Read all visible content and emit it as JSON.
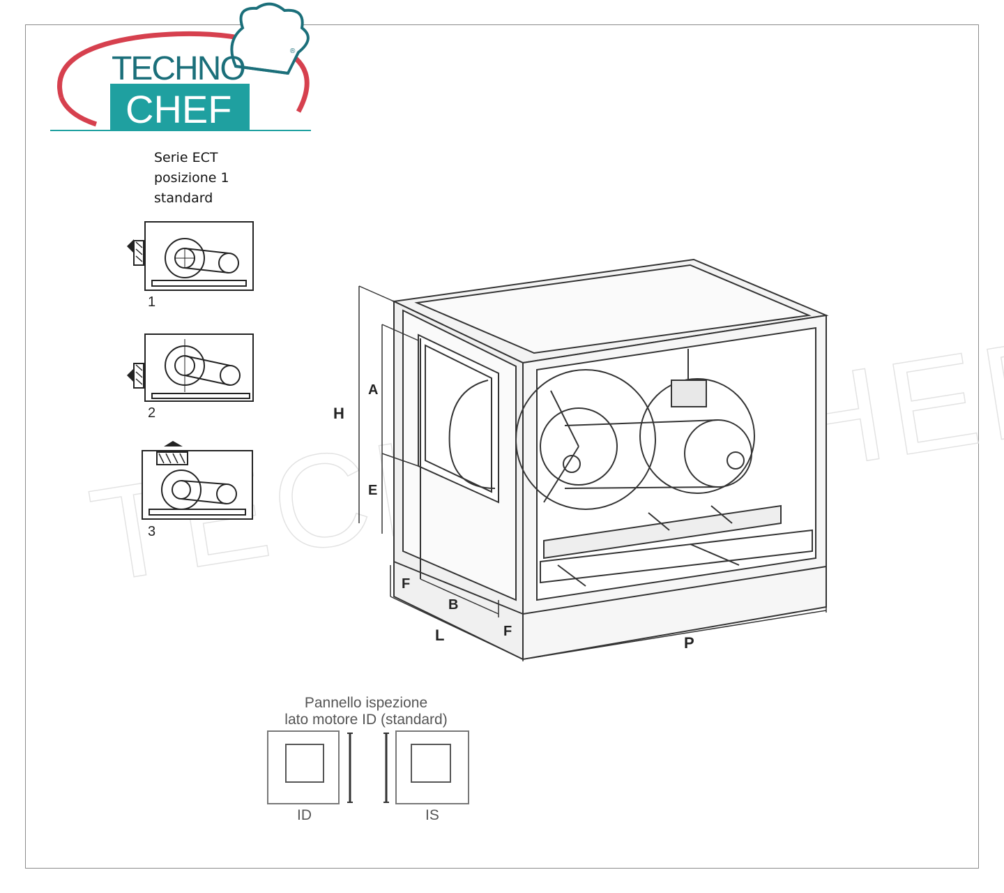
{
  "brand": {
    "line1": "TECHNO",
    "line2": "CHEF",
    "registered": "®",
    "colors": {
      "teal": "#1fa0a0",
      "red": "#d6404e",
      "dark": "#1b6f7a"
    }
  },
  "series_note": {
    "line1": "Serie ECT",
    "line2": "posizione 1",
    "line3": "standard"
  },
  "positions": [
    {
      "label": "1"
    },
    {
      "label": "2"
    },
    {
      "label": "3"
    }
  ],
  "dimensions": {
    "H": "H",
    "A": "A",
    "E": "E",
    "F_left": "F",
    "B": "B",
    "L": "L",
    "F_right": "F",
    "P": "P"
  },
  "inspection_panel": {
    "caption_line1": "Pannello ispezione",
    "caption_line2": "lato motore ID (standard)",
    "left_label": "ID",
    "right_label": "IS"
  },
  "watermark": "TECHNOCHEF.IT"
}
